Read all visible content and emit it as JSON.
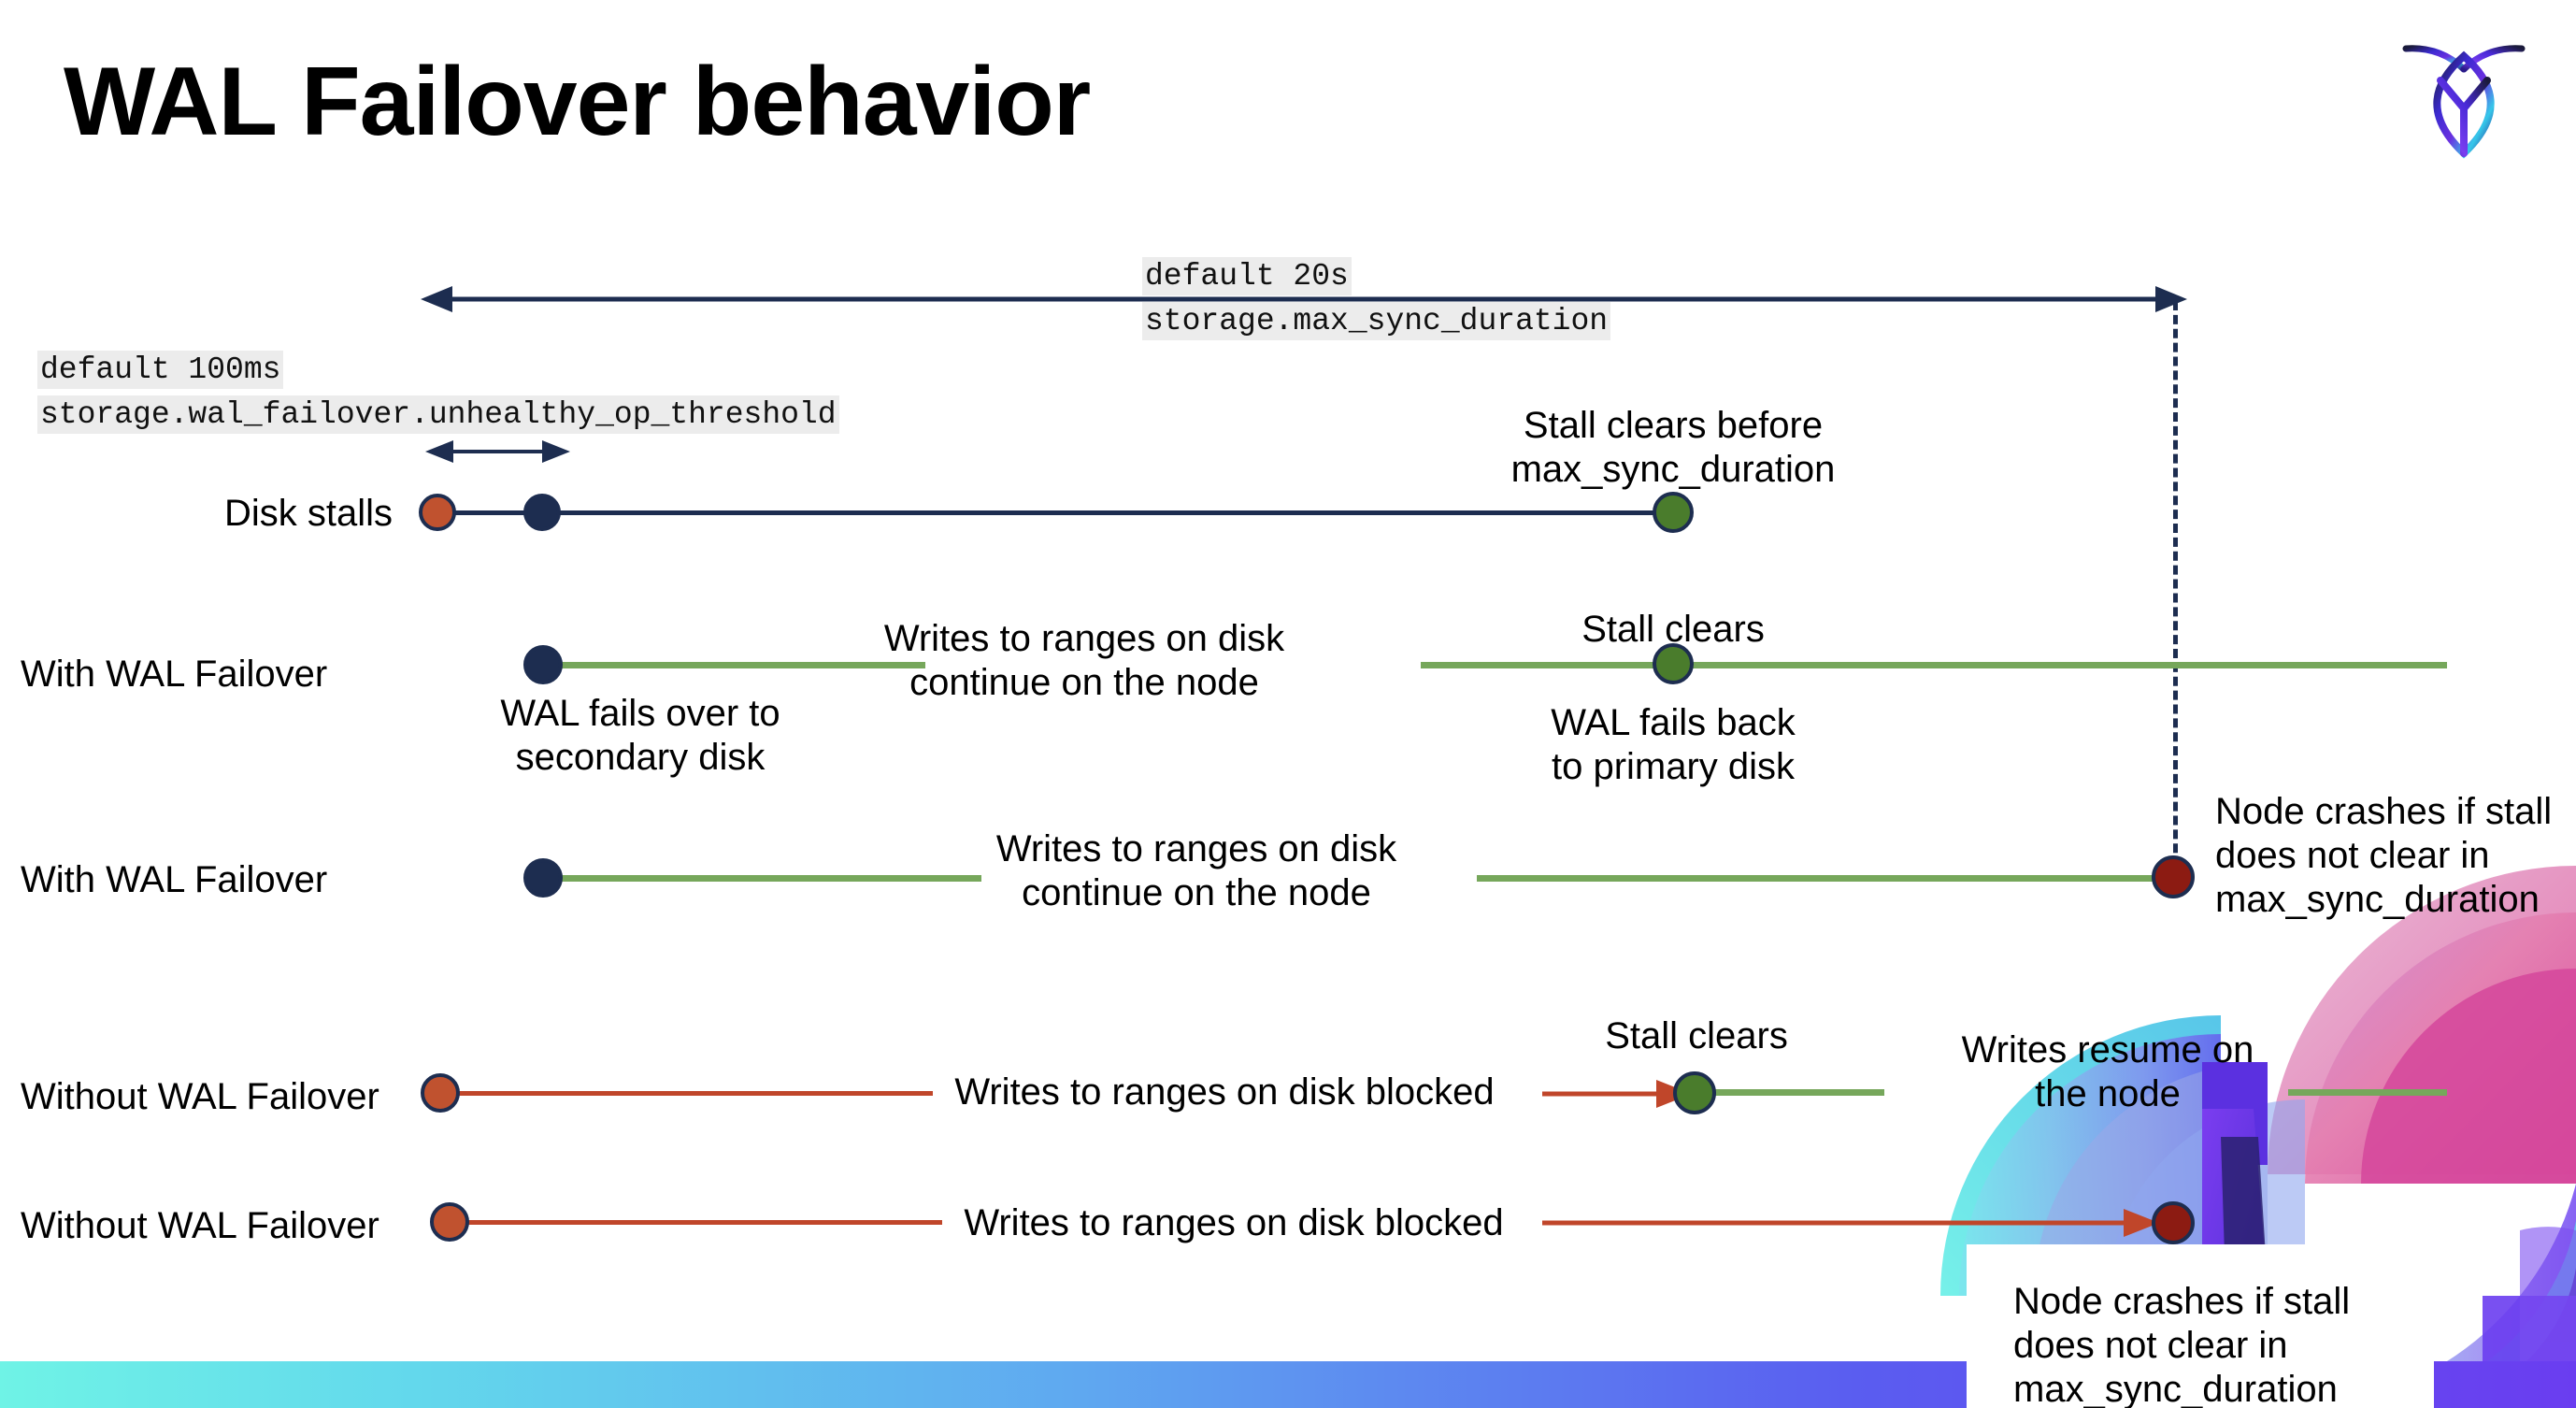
{
  "slide": {
    "title": "WAL Failover behavior",
    "logo_name": "cockroachdb-logo"
  },
  "annotations": {
    "max_sync": {
      "line1": "default 20s",
      "line2": "storage.max_sync_duration"
    },
    "unhealthy_threshold": {
      "line1": "default 100ms",
      "line2": "storage.wal_failover.unhealthy_op_threshold"
    }
  },
  "rows": [
    {
      "id": "disk-stalls",
      "label": "Disk stalls",
      "note_above": "Stall clears before\nmax_sync_duration"
    },
    {
      "id": "with-wal-failover-1",
      "label": "With WAL Failover",
      "note_start": "WAL fails over to\nsecondary disk",
      "note_middle": "Writes to ranges on disk\ncontinue on the node",
      "note_clear_above": "Stall clears",
      "note_clear_below": "WAL fails  back\nto primary disk"
    },
    {
      "id": "with-wal-failover-2",
      "label": "With WAL Failover",
      "note_middle": "Writes to ranges on disk\ncontinue on the node",
      "note_crash": "Node crashes if stall\ndoes not clear in\nmax_sync_duration"
    },
    {
      "id": "without-wal-failover-1",
      "label": "Without WAL Failover",
      "note_middle": "Writes to ranges on disk  blocked",
      "note_clear": "Stall clears",
      "note_resume": "Writes resume on\nthe node"
    },
    {
      "id": "without-wal-failover-2",
      "label": "Without WAL Failover",
      "note_middle": "Writes to ranges on disk  blocked",
      "note_crash": "Node crashes if stall\ndoes not clear in\nmax_sync_duration"
    }
  ],
  "colors": {
    "navy": "#1d2d50",
    "green_line": "#76a75b",
    "green_dot": "#4a7c2c",
    "orange": "#c0462a",
    "orange_dot": "#c0522f",
    "dark_red": "#8c1b12",
    "code_bg": "#ececec"
  }
}
